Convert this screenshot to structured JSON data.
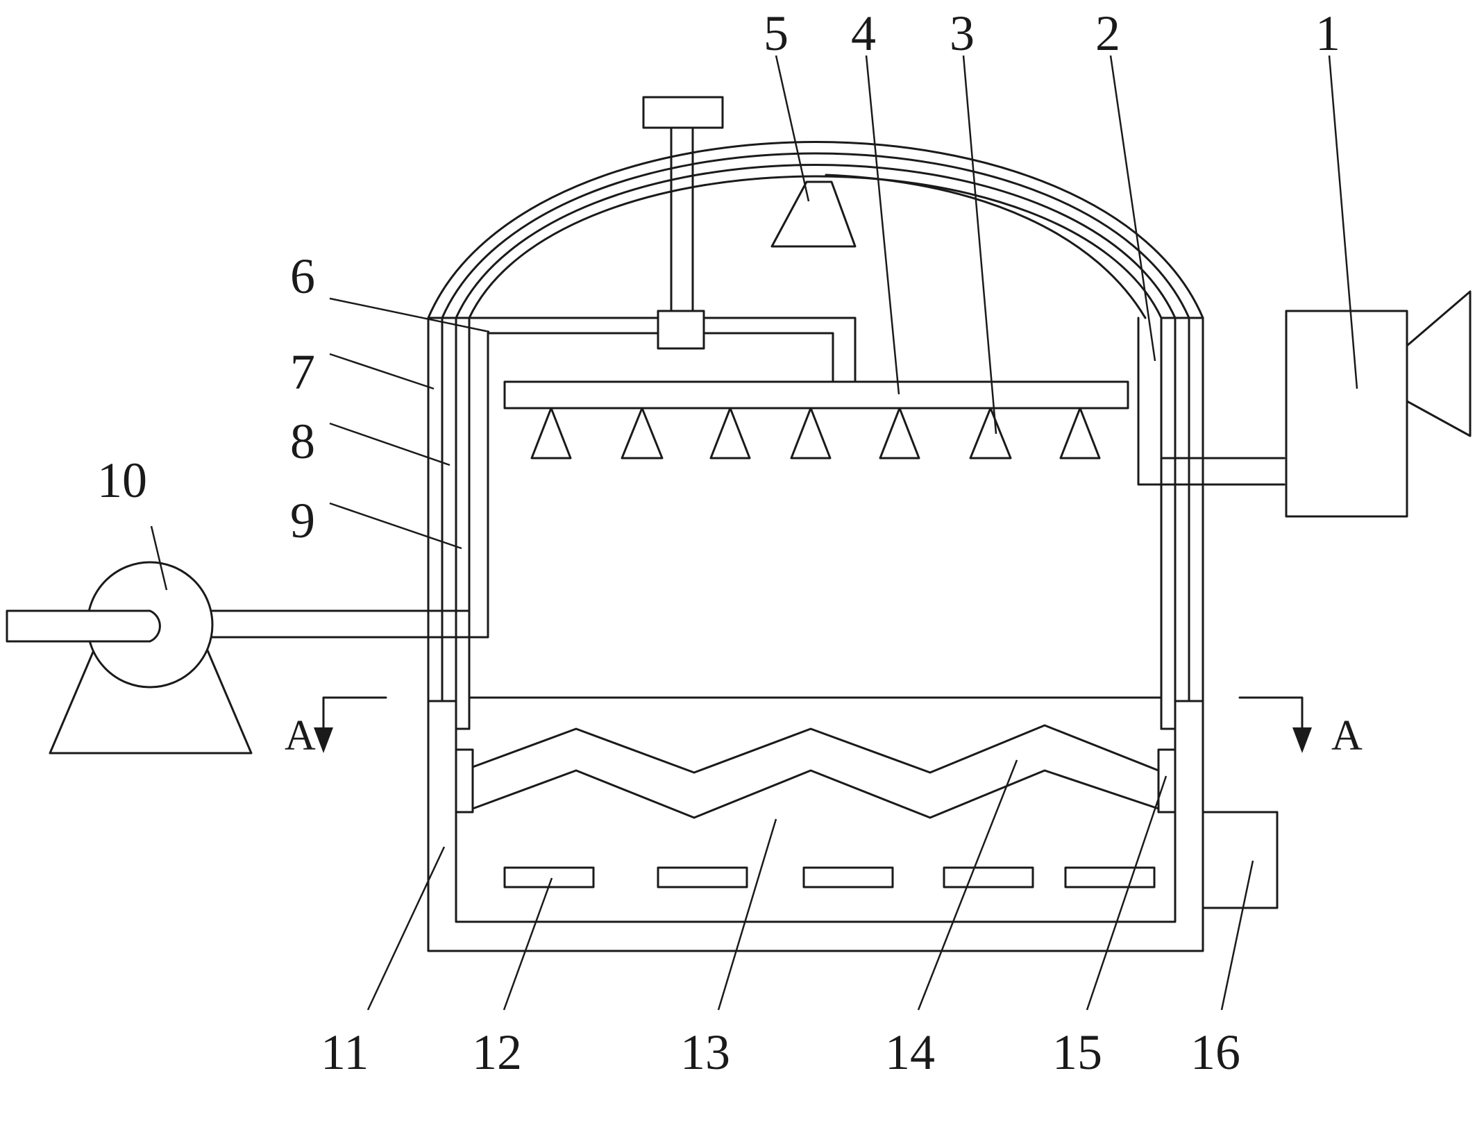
{
  "labels": {
    "l1": "1",
    "l2": "2",
    "l3": "3",
    "l4": "4",
    "l5": "5",
    "l6": "6",
    "l7": "7",
    "l8": "8",
    "l9": "9",
    "l10": "10",
    "l11": "11",
    "l12": "12",
    "l13": "13",
    "l14": "14",
    "l15": "15",
    "l16": "16"
  },
  "section_marks": {
    "left": "A",
    "right": "A"
  },
  "colors": {
    "line": "#1a1a1a",
    "background": "#ffffff"
  }
}
